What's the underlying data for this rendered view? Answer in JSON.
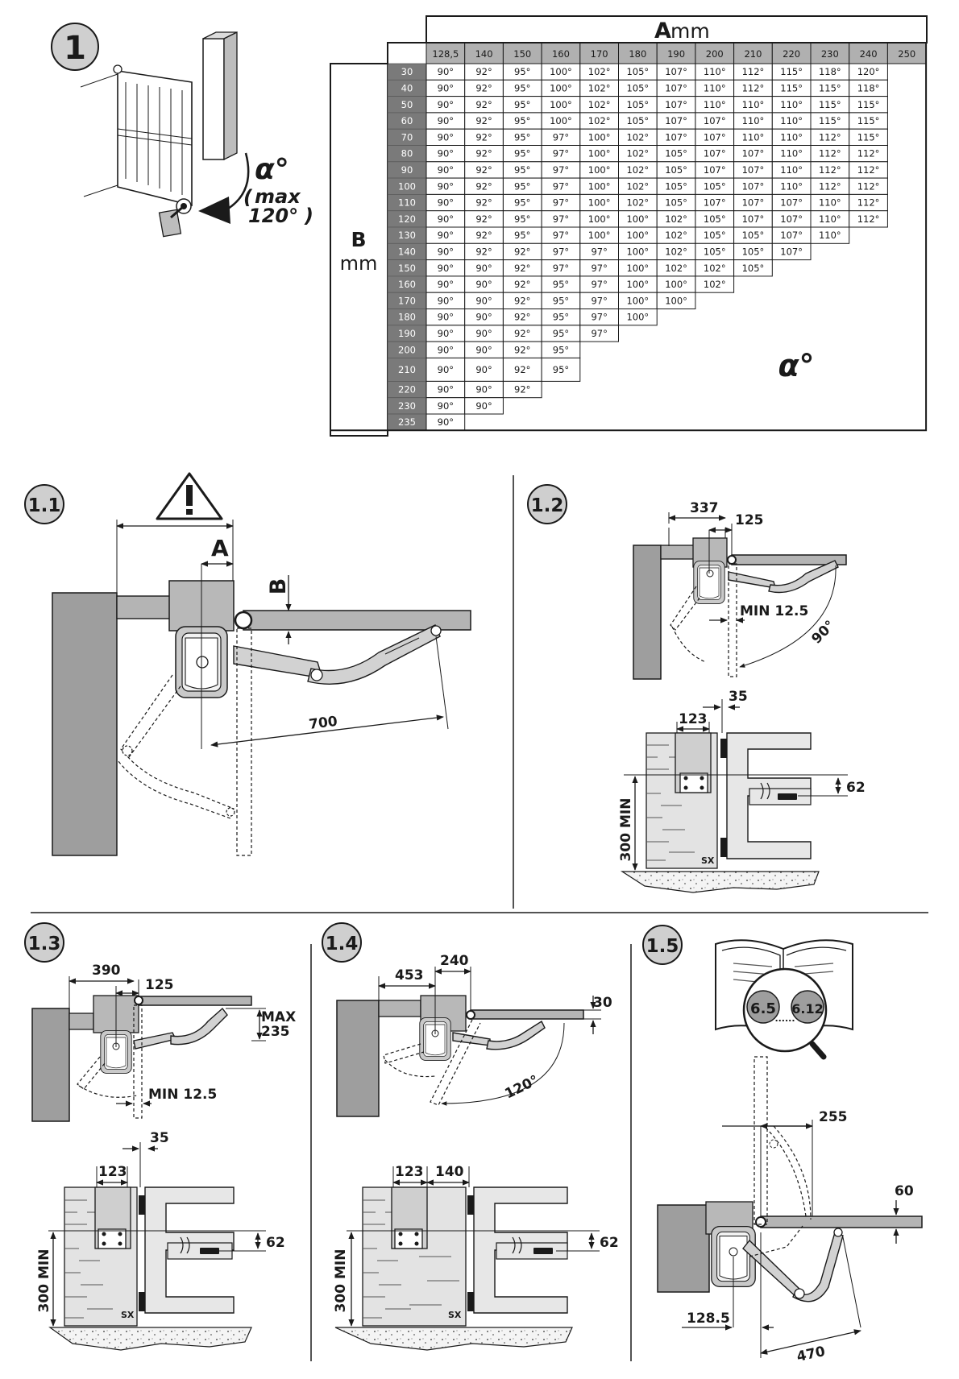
{
  "figures": {
    "fig1": {
      "badge": "1",
      "alpha": "α°",
      "max_word": "max",
      "max_value": "120°",
      "max_open": "(",
      "max_close": ")"
    },
    "fig1_1": {
      "badge": "1.1",
      "dim_a": "A",
      "dim_b": "B",
      "dim_700": "700",
      "warning": "warning-triangle"
    },
    "fig1_2": {
      "badge": "1.2",
      "d337": "337",
      "d125": "125",
      "dmin": "MIN 12.5",
      "angle": "90°",
      "d35": "35",
      "d123": "123",
      "d62": "62",
      "d300": "300 MIN",
      "sx": "SX"
    },
    "fig1_3": {
      "badge": "1.3",
      "d390": "390",
      "d125": "125",
      "dmax_word": "MAX",
      "dmax_val": "235",
      "dmin": "MIN 12.5",
      "d35": "35",
      "d123": "123",
      "d62": "62",
      "d300": "300 MIN",
      "sx": "SX"
    },
    "fig1_4": {
      "badge": "1.4",
      "d453": "453",
      "d240": "240",
      "d30": "30",
      "angle": "120°",
      "d123": "123",
      "d140": "140",
      "d62": "62",
      "d300": "300 MIN",
      "sx": "SX"
    },
    "fig1_5": {
      "badge": "1.5",
      "ref_a": "6.5",
      "ref_b": "6.12",
      "ref_dots": "......",
      "d255": "255",
      "d60": "60",
      "d128": "128.5",
      "d470": "470"
    }
  },
  "table": {
    "a_letter": "A",
    "a_unit": "mm",
    "b_letter": "B",
    "b_unit": "mm",
    "alpha_label": "α°",
    "columns": [
      "128,5",
      "140",
      "150",
      "160",
      "170",
      "180",
      "190",
      "200",
      "210",
      "220",
      "230",
      "240",
      "250"
    ],
    "rows": [
      {
        "b": "30",
        "v": [
          "90°",
          "92°",
          "95°",
          "100°",
          "102°",
          "105°",
          "107°",
          "110°",
          "112°",
          "115°",
          "118°",
          "120°"
        ]
      },
      {
        "b": "40",
        "v": [
          "90°",
          "92°",
          "95°",
          "100°",
          "102°",
          "105°",
          "107°",
          "110°",
          "112°",
          "115°",
          "115°",
          "118°"
        ]
      },
      {
        "b": "50",
        "v": [
          "90°",
          "92°",
          "95°",
          "100°",
          "102°",
          "105°",
          "107°",
          "110°",
          "110°",
          "110°",
          "115°",
          "115°"
        ]
      },
      {
        "b": "60",
        "v": [
          "90°",
          "92°",
          "95°",
          "100°",
          "102°",
          "105°",
          "107°",
          "107°",
          "110°",
          "110°",
          "115°",
          "115°"
        ]
      },
      {
        "b": "70",
        "v": [
          "90°",
          "92°",
          "95°",
          "97°",
          "100°",
          "102°",
          "107°",
          "107°",
          "110°",
          "110°",
          "112°",
          "115°"
        ]
      },
      {
        "b": "80",
        "v": [
          "90°",
          "92°",
          "95°",
          "97°",
          "100°",
          "102°",
          "105°",
          "107°",
          "107°",
          "110°",
          "112°",
          "112°"
        ]
      },
      {
        "b": "90",
        "v": [
          "90°",
          "92°",
          "95°",
          "97°",
          "100°",
          "102°",
          "105°",
          "107°",
          "107°",
          "110°",
          "112°",
          "112°"
        ]
      },
      {
        "b": "100",
        "v": [
          "90°",
          "92°",
          "95°",
          "97°",
          "100°",
          "102°",
          "105°",
          "105°",
          "107°",
          "110°",
          "112°",
          "112°"
        ]
      },
      {
        "b": "110",
        "v": [
          "90°",
          "92°",
          "95°",
          "97°",
          "100°",
          "102°",
          "105°",
          "107°",
          "107°",
          "107°",
          "110°",
          "112°"
        ]
      },
      {
        "b": "120",
        "v": [
          "90°",
          "92°",
          "95°",
          "97°",
          "100°",
          "100°",
          "102°",
          "105°",
          "107°",
          "107°",
          "110°",
          "112°"
        ]
      },
      {
        "b": "130",
        "v": [
          "90°",
          "92°",
          "95°",
          "97°",
          "100°",
          "100°",
          "102°",
          "105°",
          "105°",
          "107°",
          "110°"
        ]
      },
      {
        "b": "140",
        "v": [
          "90°",
          "92°",
          "92°",
          "97°",
          "97°",
          "100°",
          "102°",
          "105°",
          "105°",
          "107°"
        ]
      },
      {
        "b": "150",
        "v": [
          "90°",
          "90°",
          "92°",
          "97°",
          "97°",
          "100°",
          "102°",
          "102°",
          "105°"
        ]
      },
      {
        "b": "160",
        "v": [
          "90°",
          "90°",
          "92°",
          "95°",
          "97°",
          "100°",
          "100°",
          "102°"
        ]
      },
      {
        "b": "170",
        "v": [
          "90°",
          "90°",
          "92°",
          "95°",
          "97°",
          "100°",
          "100°"
        ]
      },
      {
        "b": "180",
        "v": [
          "90°",
          "90°",
          "92°",
          "95°",
          "97°",
          "100°"
        ]
      },
      {
        "b": "190",
        "v": [
          "90°",
          "90°",
          "92°",
          "95°",
          "97°"
        ]
      },
      {
        "b": "200",
        "v": [
          "90°",
          "90°",
          "92°",
          "95°"
        ]
      },
      {
        "b": "210",
        "v": [
          "90°",
          "90°",
          "92°",
          "95°"
        ]
      },
      {
        "b": "220",
        "v": [
          "90°",
          "90°",
          "92°"
        ]
      },
      {
        "b": "230",
        "v": [
          "90°",
          "90°"
        ]
      },
      {
        "b": "235",
        "v": [
          "90°"
        ]
      }
    ]
  },
  "colors": {
    "wall": "#9e9e9e",
    "leaf": "#b4b4b4",
    "header": "#7a7a7a",
    "badge": "#cfcfcf"
  }
}
